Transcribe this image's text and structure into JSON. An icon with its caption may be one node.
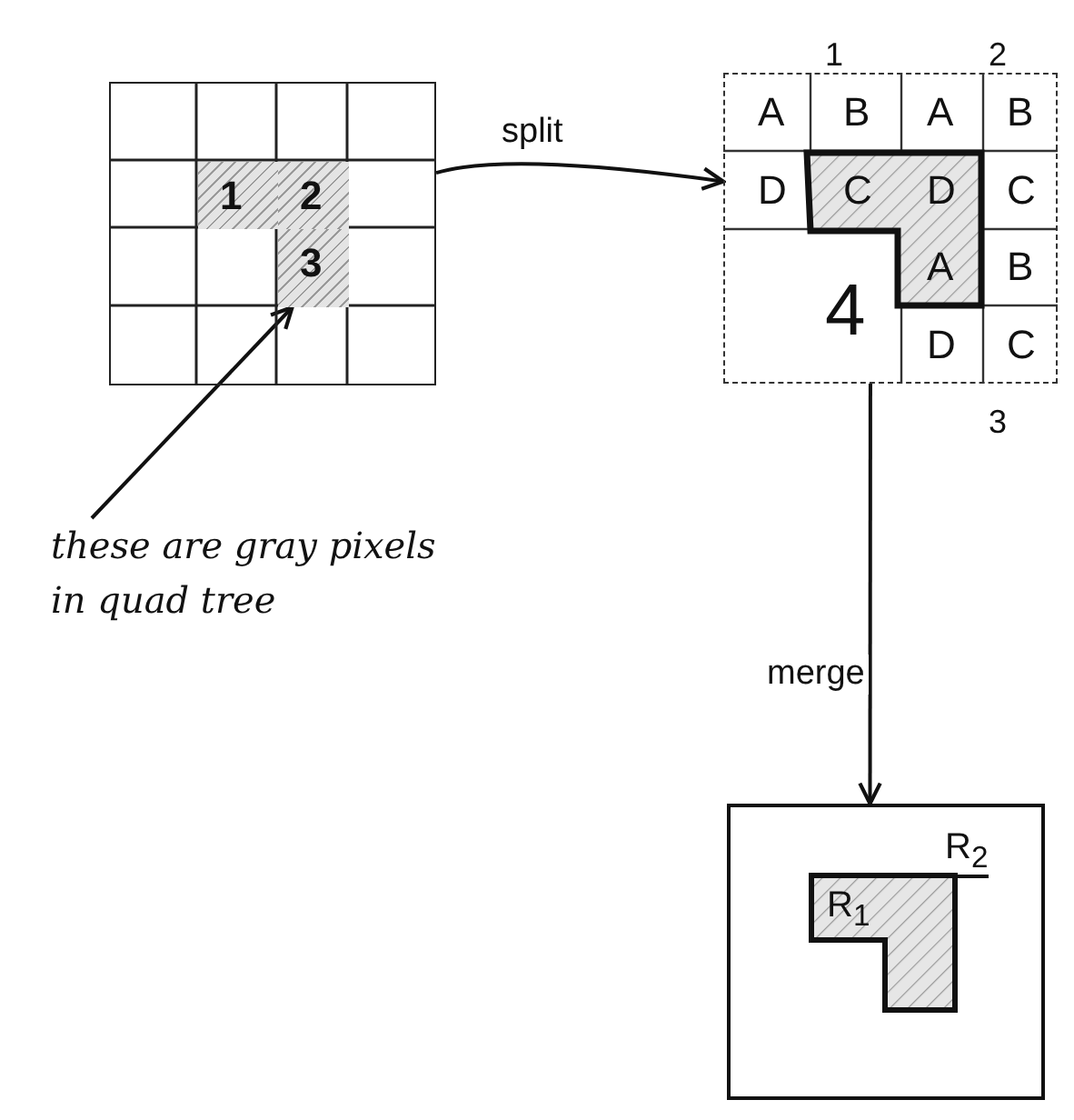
{
  "diagram": {
    "nodes": [
      {
        "text": [],
        "shape": "grid"
      },
      {
        "text": [
          "1"
        ],
        "in": 0
      },
      {
        "text": [
          "2"
        ],
        "in": 0
      },
      {
        "text": [
          "3"
        ],
        "in": 0
      },
      {
        "text": [
          "A",
          "B",
          "A",
          "B",
          "D",
          "C",
          "D",
          "C",
          "4",
          "A",
          "B",
          "D",
          "C"
        ],
        "beside": [
          "1",
          "2",
          "3"
        ]
      },
      {
        "text": [
          "these are gray pixels in quad tree"
        ]
      },
      {
        "text": [
          "R$_{2}$"
        ]
      },
      {
        "text": [
          "R$_{1}$"
        ],
        "in": 6
      }
    ],
    "edges": [
      {
        "from": 0,
        "to": 4,
        "label": "split",
        "arrow": "to"
      },
      {
        "from": 5,
        "to": 3,
        "arrow": "to"
      },
      {
        "from": 4,
        "to": 6,
        "label": "merge",
        "arrow": "to"
      }
    ]
  }
}
